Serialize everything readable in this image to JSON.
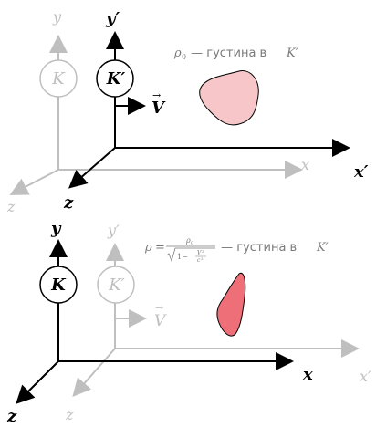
{
  "colors": {
    "primary": "#000000",
    "faded": "#bfbfbf",
    "faded_text": "#9a9a9a",
    "blob_light": "#f6c6c8",
    "blob_dark": "#ef6f78"
  },
  "top": {
    "axis_y": "y",
    "axis_y_prime": "y′",
    "axis_x": "x",
    "axis_x_prime": "x′",
    "axis_z": "z",
    "axis_z_faded": "z",
    "frame_K": "K",
    "frame_K_prime": "K′",
    "velocity": "V",
    "velocity_arrow": "→",
    "caption": {
      "symbol": "ρ",
      "subscript": "0",
      "text": " — густина в ",
      "frame": "K′"
    }
  },
  "bottom": {
    "axis_y": "y",
    "axis_y_prime": "y′",
    "axis_x": "x",
    "axis_x_prime": "x′",
    "axis_z": "z",
    "axis_z_faded": "z",
    "frame_K": "K",
    "frame_K_prime": "K′",
    "velocity": "V",
    "velocity_arrow": "→",
    "caption": {
      "symbol": "ρ",
      "equals": "=",
      "numerator": "ρ",
      "numerator_sub": "0",
      "denominator_one": "1−",
      "denominator_v": "V",
      "denominator_v_exp": "2",
      "denominator_c": "c",
      "denominator_c_exp": "2",
      "text": " — густина в ",
      "frame": "K′"
    }
  }
}
